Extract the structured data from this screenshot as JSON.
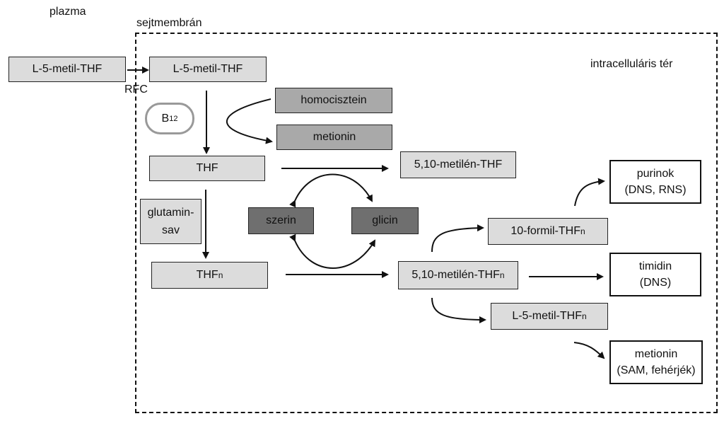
{
  "labels": {
    "plasma": "plazma",
    "membrane": "sejtmembrán",
    "intracellular": "intracelluláris tér",
    "rfc": "RFC"
  },
  "nodes": {
    "plasma_methyl_thf": "L-5-metil-THF",
    "cell_methyl_thf": "L-5-metil-THF",
    "b12": {
      "base": "B",
      "sub": "12"
    },
    "homocysteine": "homocisztein",
    "methionine_mid": "metionin",
    "thf": "THF",
    "methylene_thf": "5,10-metilén-THF",
    "glutamic_acid": [
      "glutamin-",
      "sav"
    ],
    "serine": "szerin",
    "glycine": "glicin",
    "thfn": {
      "base": "THF",
      "sub": "n"
    },
    "methylene_thfn": {
      "base": "5,10-metilén-THF",
      "sub": "n"
    },
    "formyl_thfn": {
      "base": "10-formil-THF",
      "sub": "n"
    },
    "methyl_thfn": {
      "base": "L-5-metil-THF",
      "sub": "n"
    },
    "purines": [
      "purinok",
      "(DNS, RNS)"
    ],
    "thymidine": [
      "timidin",
      "(DNS)"
    ],
    "methionine_out": [
      "metionin",
      "(SAM, fehérjék)"
    ]
  },
  "colors": {
    "light_box": "#dcdcdc",
    "mid_box": "#a9a9a9",
    "dark_box": "#6f6f6f",
    "line": "#111111"
  }
}
